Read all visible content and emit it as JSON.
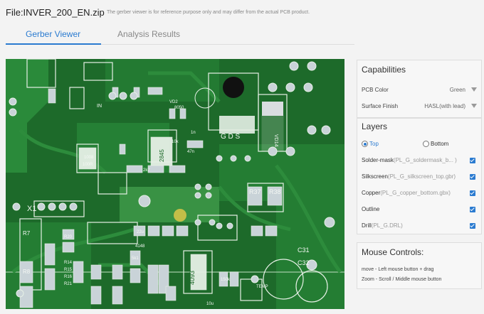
{
  "header": {
    "file_title": "File:INVER_200_EN.zip",
    "note": "The gerber viewer is for reference purpose only and may differ from the actual PCB product."
  },
  "tabs": [
    {
      "label": "Gerber Viewer"
    },
    {
      "label": "Analysis Results"
    }
  ],
  "capabilities": {
    "title": "Capabilities",
    "pcb_color_label": "PCB Color",
    "pcb_color_value": "Green",
    "surface_finish_label": "Surface Finish",
    "surface_finish_value": "HASL(with lead)"
  },
  "layers": {
    "title": "Layers",
    "top": "Top",
    "bottom": "Bottom",
    "items": [
      {
        "name": "Solder-mask",
        "file": "(PL_G_soldermask_b... )"
      },
      {
        "name": "Silkscreen",
        "file": "(PL_G_silkscreen_top.gbr)"
      },
      {
        "name": "Copper",
        "file": "(PL_G_copper_bottom.gbx)"
      },
      {
        "name": "Outline",
        "file": ""
      },
      {
        "name": "Drill",
        "file": "(PL_G.DRL)"
      }
    ]
  },
  "mouse_controls": {
    "title": "Mouse Controls:",
    "lines": [
      "move - Left mouse button + drag",
      "Zoom - Scroll / Middle mouse button"
    ]
  },
  "pcb_labels": {
    "x1": "X1",
    "r37": "R37",
    "r38": "R38",
    "c31": "C31",
    "c32": "C32",
    "r7": "R7",
    "r8": "R8",
    "r20": "R20",
    "r14": "R14",
    "r15": "R15",
    "r16": "R16",
    "r21": "R21",
    "in": "IN",
    "vd14": "VD14",
    "ic4093": "4093",
    "ic2845": "2845",
    "temp": "TEMP",
    "gds": "G D S",
    "r1008": "1008",
    "r100": "100R",
    "c22u": "22u",
    "c5k1": "5k1",
    "c150k": "150k",
    "c10u": "10u",
    "c2k7": "2k7",
    "c4148": "4148",
    "c10k": "10k",
    "c1n": "1n",
    "c47n": "47n",
    "c8050": "8050",
    "vd2": "VD2"
  }
}
